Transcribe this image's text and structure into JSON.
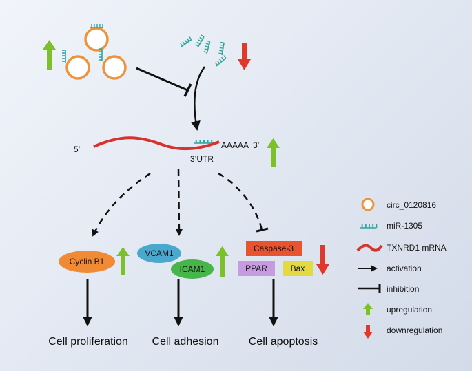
{
  "mrna": {
    "five_prime": "5’",
    "utr": "3’UTR",
    "tail": "AAAAA",
    "three_prime": "3’"
  },
  "nodes": {
    "cyclin_b1": "Cyclin B1",
    "vcam1": "VCAM1",
    "icam1": "ICAM1",
    "caspase3": "Caspase-3",
    "ppar": "PPAR",
    "bax": "Bax"
  },
  "outcomes": {
    "proliferation": "Cell proliferation",
    "adhesion": "Cell adhesion",
    "apoptosis": "Cell apoptosis"
  },
  "legend": [
    {
      "key": "circ",
      "label": "circ_0120816"
    },
    {
      "key": "mir",
      "label": "miR-1305"
    },
    {
      "key": "mrna",
      "label": "TXNRD1 mRNA"
    },
    {
      "key": "activation",
      "label": "activation"
    },
    {
      "key": "inhibition",
      "label": "inhibition"
    },
    {
      "key": "up",
      "label": "upregulation"
    },
    {
      "key": "down",
      "label": "downregulation"
    }
  ],
  "colors": {
    "circ_ring": "#f0923a",
    "mirna": "#2fa59a",
    "mrna": "#d6322e",
    "up_arrow": "#7cc12a",
    "down_arrow": "#e0392b",
    "cyclin_b1": "#f08a35",
    "vcam1": "#4aa8cf",
    "icam1": "#47b54a",
    "caspase3": "#e8542f",
    "ppar": "#c79be0",
    "bax": "#e3d940"
  }
}
